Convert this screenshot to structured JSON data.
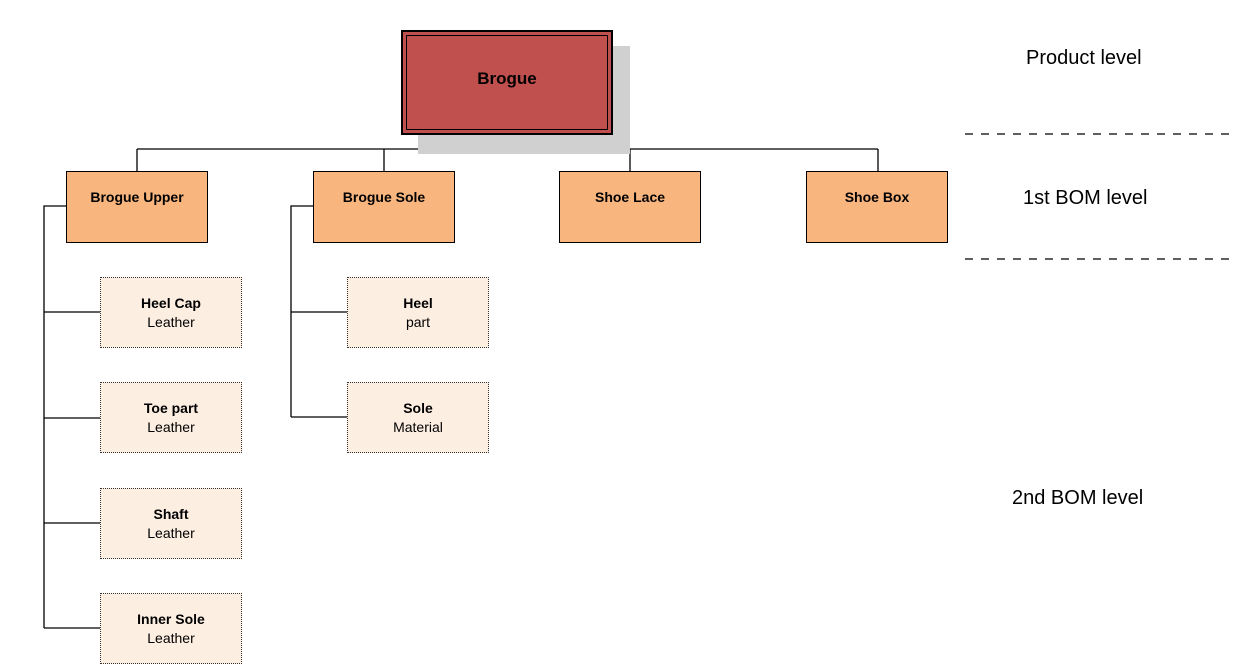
{
  "root": {
    "title": "Brogue"
  },
  "level1": [
    {
      "title": "Brogue Upper"
    },
    {
      "title": "Brogue Sole"
    },
    {
      "title": "Shoe Lace"
    },
    {
      "title": "Shoe Box"
    }
  ],
  "level2": {
    "upper": [
      {
        "title": "Heel Cap",
        "sub": "Leather"
      },
      {
        "title": "Toe part",
        "sub": "Leather"
      },
      {
        "title": "Shaft",
        "sub": "Leather"
      },
      {
        "title": "Inner Sole",
        "sub": "Leather"
      }
    ],
    "sole": [
      {
        "title": "Heel",
        "sub": "part"
      },
      {
        "title": "Sole",
        "sub": "Material"
      }
    ]
  },
  "levels": {
    "product": "Product level",
    "bom1": "1st BOM level",
    "bom2": "2nd BOM level"
  },
  "colors": {
    "root_fill": "#c0504d",
    "level1_fill": "#f8b57e",
    "level2_fill": "#fdeee2"
  }
}
